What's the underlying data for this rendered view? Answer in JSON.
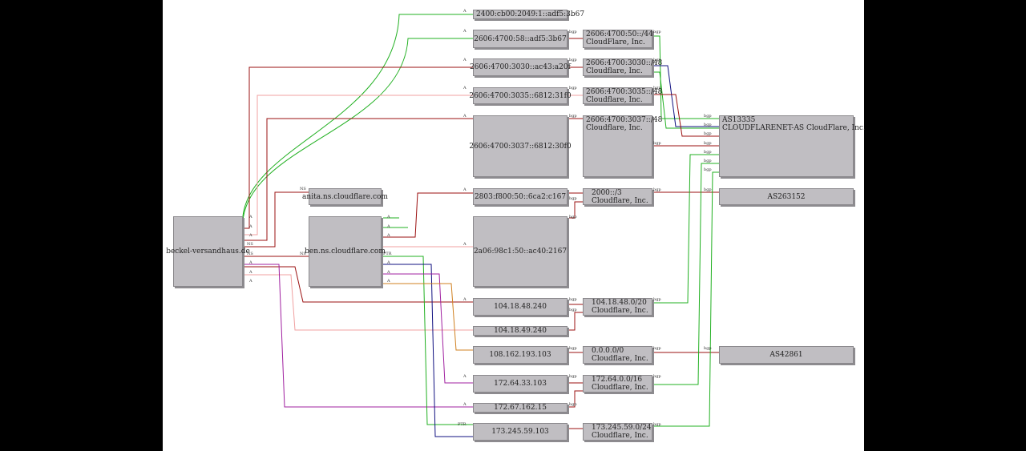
{
  "domains": {
    "root": "beckel-versandhaus.de",
    "ns_anita": "anita.ns.cloudflare.com",
    "ns_ben": "ben.ns.cloudflare.com"
  },
  "ips": {
    "v6_1": "2400:cb00:2049:1::adf5:3b67",
    "v6_2": "2606:4700:58::adf5:3b67",
    "v6_3": "2606:4700:3030::ac43:a20f",
    "v6_4": "2606:4700:3035::6812:31f0",
    "v6_5": "2606:4700:3037::6812:30f0",
    "v6_6": "2803:f800:50::6ca2:c167",
    "v6_7": "2a06:98c1:50::ac40:2167",
    "v4_1": "104.18.48.240",
    "v4_2": "104.18.49.240",
    "v4_3": "108.162.193.103",
    "v4_4": "172.64.33.103",
    "v4_5": "172.67.162.15",
    "v4_6": "173.245.59.103"
  },
  "prefixes": {
    "p1": {
      "net": "2606:4700:50::/44",
      "org": "CloudFlare, Inc."
    },
    "p2": {
      "net": "2606:4700:3030::/48",
      "org": "Cloudflare, Inc."
    },
    "p3": {
      "net": "2606:4700:3035::/48",
      "org": "Cloudflare, Inc."
    },
    "p4": {
      "net": "2606:4700:3037::/48",
      "org": "Cloudflare, Inc."
    },
    "p5": {
      "net": "2000::/3",
      "org": "Cloudflare, Inc."
    },
    "p6": {
      "net": "104.18.48.0/20",
      "org": "Cloudflare, Inc."
    },
    "p7": {
      "net": "0.0.0.0/0",
      "org": "Cloudflare, Inc."
    },
    "p8": {
      "net": "172.64.0.0/16",
      "org": "Cloudflare, Inc."
    },
    "p9": {
      "net": "173.245.59.0/24",
      "org": "Cloudflare, Inc."
    }
  },
  "asns": {
    "as13335": {
      "num": "AS13335",
      "name": "CLOUDFLARENET-AS CloudFlare, Inc."
    },
    "as263152": "AS263152",
    "as42861": "AS42861"
  },
  "edge_labels": {
    "a": "A",
    "ns": "NS",
    "ptr": "PTR",
    "bgp": "bgp"
  },
  "colors": {
    "green": "#21b021",
    "darkred": "#9b1010",
    "pink": "#f0a0a0",
    "navy": "#101080",
    "purple": "#a020a0",
    "orange": "#d08020"
  }
}
